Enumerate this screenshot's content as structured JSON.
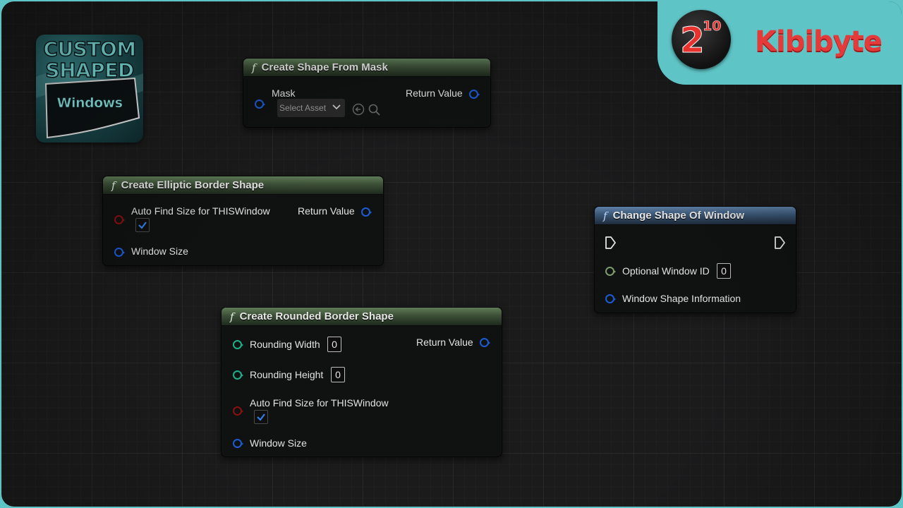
{
  "logo": {
    "line1": "CUSTOM",
    "line2": "SHAPED",
    "line3": "Windows"
  },
  "brand": {
    "base": "2",
    "exponent": "10",
    "name": "Kibibyte",
    "accent": "#5fc4c6",
    "name_color": "#e53a3a"
  },
  "nodes": {
    "mask": {
      "title": "Create Shape From Mask",
      "input_label": "Mask",
      "select_placeholder": "Select Asset",
      "output_label": "Return Value"
    },
    "elliptic": {
      "title": "Create Elliptic Border Shape",
      "auto_label": "Auto Find Size for THISWindow",
      "auto_checked": true,
      "size_label": "Window Size",
      "output_label": "Return Value"
    },
    "rounded": {
      "title": "Create Rounded Border Shape",
      "rounding_width_label": "Rounding Width",
      "rounding_width_value": "0",
      "rounding_height_label": "Rounding Height",
      "rounding_height_value": "0",
      "auto_label": "Auto Find Size for THISWindow",
      "auto_checked": true,
      "size_label": "Window Size",
      "output_label": "Return Value"
    },
    "change": {
      "title": "Change Shape Of Window",
      "window_id_label": "Optional Window ID",
      "window_id_value": "0",
      "shape_info_label": "Window Shape Information"
    }
  },
  "colors": {
    "pin_struct": "#1d5bd6",
    "pin_bool": "#8a1010",
    "pin_int": "#1fae8a",
    "pin_int64": "#7c9c6e",
    "header_function": "#4e6a47",
    "header_pure": "#4a6a91"
  }
}
